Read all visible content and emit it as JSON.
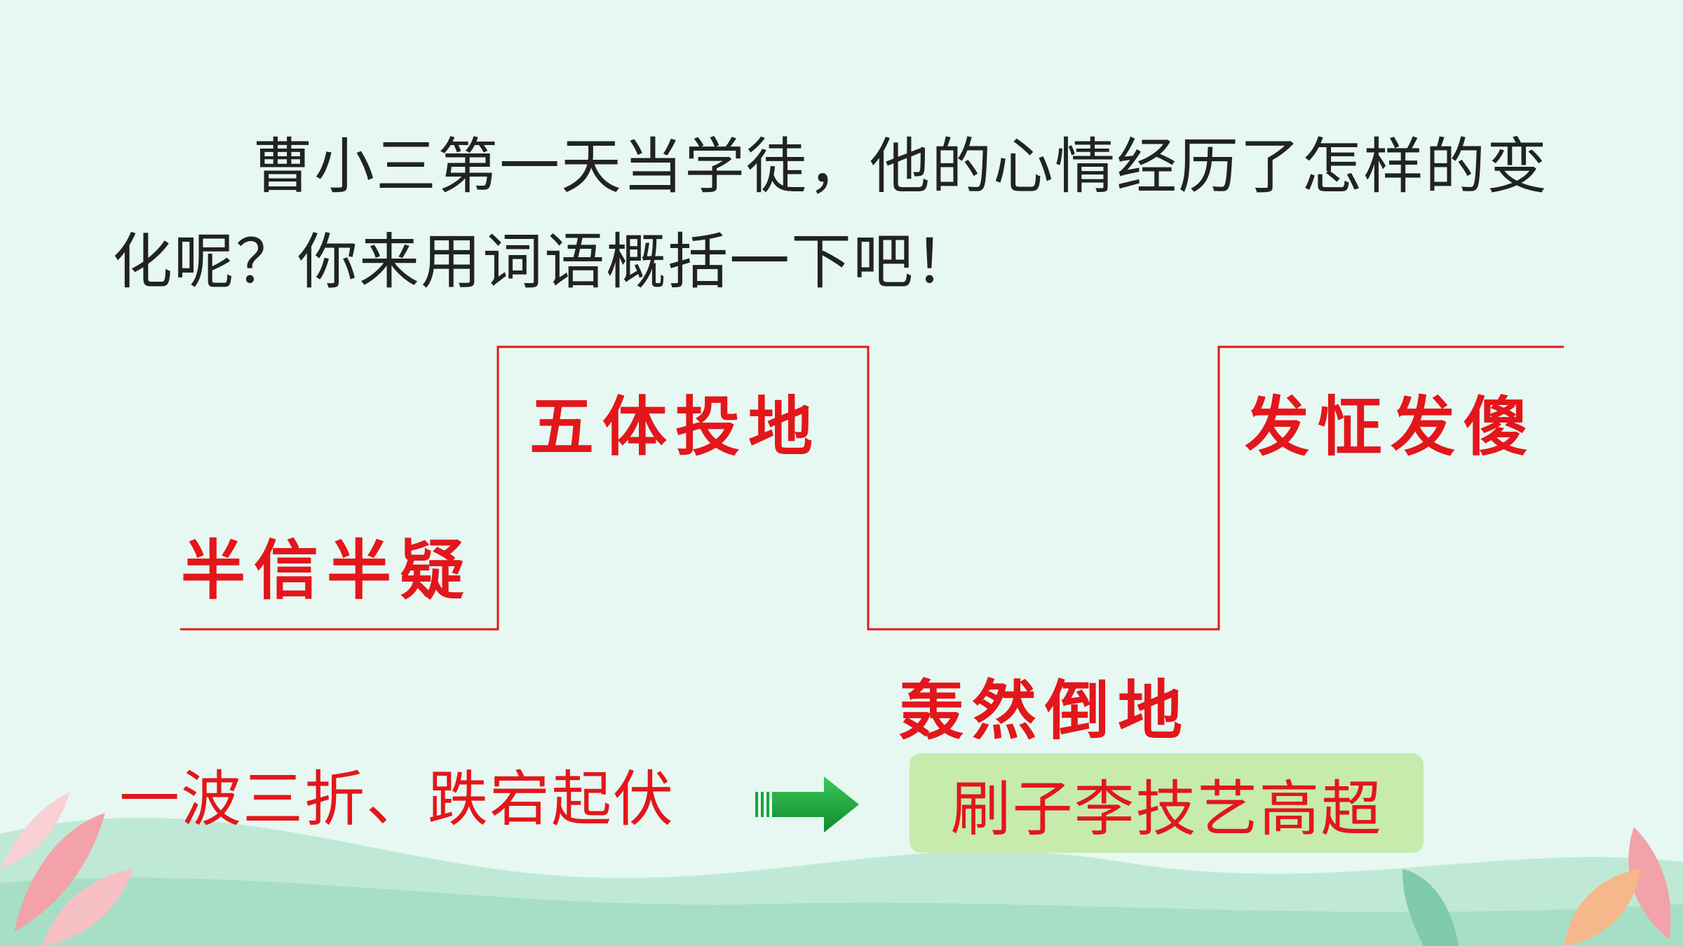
{
  "question": {
    "text": "曹小三第一天当学徒，他的心情经历了怎样的变化呢？你来用词语概括一下吧！"
  },
  "mood_steps": [
    {
      "word": "半信半疑"
    },
    {
      "word": "五体投地"
    },
    {
      "word": "轰然倒地"
    },
    {
      "word": "发怔发傻"
    }
  ],
  "summary": {
    "text": "一波三折、跌宕起伏"
  },
  "arrow": {
    "icon": "right-arrow-icon",
    "color": "#1aa33a"
  },
  "conclusion": {
    "text": "刷子李技艺高超"
  },
  "colors": {
    "accent_red": "#e3161b",
    "background": "#e6f8f1",
    "box_fill": "#c6ebad"
  }
}
